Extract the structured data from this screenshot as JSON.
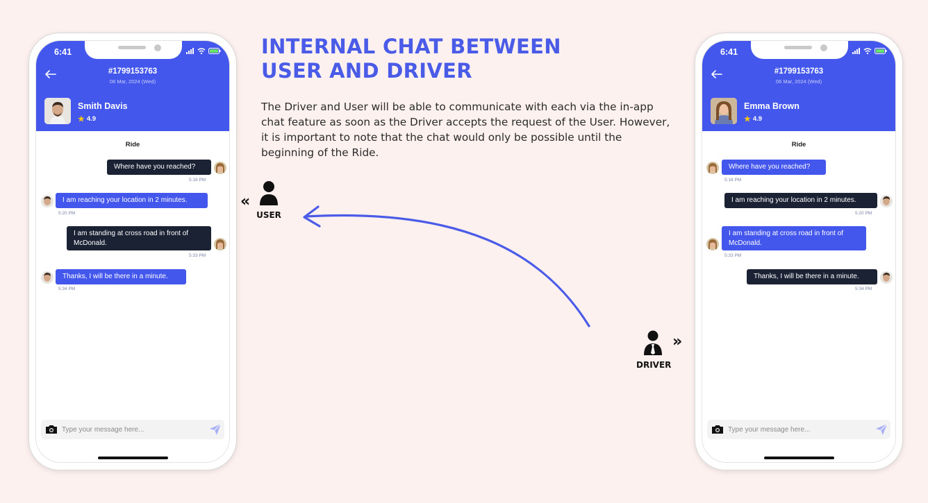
{
  "headline": {
    "line1": "INTERNAL CHAT BETWEEN",
    "line2": "USER AND DRIVER"
  },
  "description": "The Driver and User will be able to communicate with each via the in-app chat feature as soon as the Driver accepts the request of the User. However, it is important to note that the chat would only be possible until the beginning of the Ride.",
  "roles": {
    "user": "USER",
    "driver": "DRIVER",
    "chevron_left": "«",
    "chevron_right": "»"
  },
  "colors": {
    "accent": "#4457ec",
    "dark_bubble": "#1a2234",
    "headline": "#4a5be8",
    "background": "#fcf1ef"
  },
  "phones": {
    "left": {
      "time": "6:41",
      "ride_id": "#1799153763",
      "date": "06 Mar, 2024 (Wed)",
      "name": "Smith Davis",
      "rating": "4.9",
      "section": "Ride",
      "messages": [
        {
          "text": "Where have you reached?",
          "time": "5:18 PM"
        },
        {
          "text": "I am reaching your location in 2 minutes.",
          "time": "5:20 PM"
        },
        {
          "text": "I am standing at cross road in front of McDonald.",
          "time": "5:33 PM"
        },
        {
          "text": "Thanks, I will be there in a minute.",
          "time": "5:34 PM"
        }
      ],
      "placeholder": "Type your message here..."
    },
    "right": {
      "time": "6:41",
      "ride_id": "#1799153763",
      "date": "06 Mar, 2024 (Wed)",
      "name": "Emma Brown",
      "rating": "4.9",
      "section": "Ride",
      "messages": [
        {
          "text": "Where have you reached?",
          "time": "5:18 PM"
        },
        {
          "text": "I am reaching your location in 2 minutes.",
          "time": "5:20 PM"
        },
        {
          "text": "I am standing at cross road in front of McDonald.",
          "time": "5:33 PM"
        },
        {
          "text": "Thanks, I will be there in a minute.",
          "time": "5:34 PM"
        }
      ],
      "placeholder": "Type your message here..."
    }
  },
  "icons": [
    "back-arrow-icon",
    "star-icon",
    "camera-icon",
    "send-icon",
    "wifi-icon",
    "signal-icon",
    "battery-icon",
    "user-icon",
    "driver-icon",
    "curved-arrow-icon"
  ]
}
